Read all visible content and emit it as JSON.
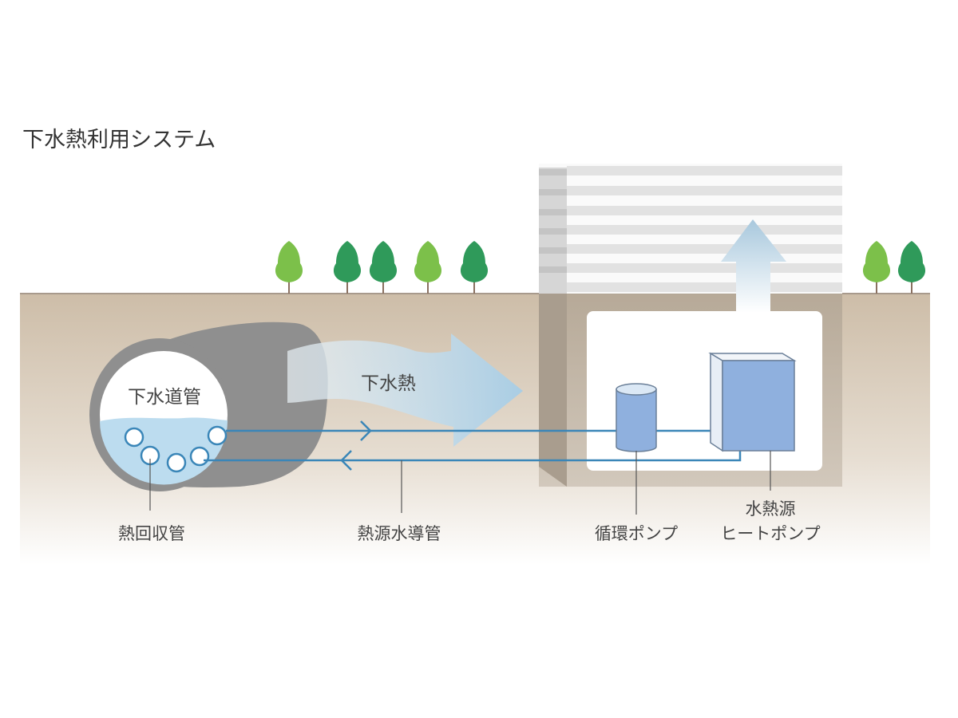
{
  "title": "下水熱利用システム",
  "labels": {
    "sewer_pipe": "下水道管",
    "sewer_heat": "下水熱",
    "heat_recovery_pipe": "熱回収管",
    "heat_source_water_pipe": "熱源水導管",
    "circulation_pump": "循環ポンプ",
    "heat_pump_line1": "水熱源",
    "heat_pump_line2": "ヒートポンプ"
  },
  "colors": {
    "pipe_line": "#3a86b8",
    "tree_light": "#7cc04a",
    "tree_dark": "#2f9a5a",
    "equipment": "#8fb0de",
    "soil": "#cfc0ad"
  }
}
